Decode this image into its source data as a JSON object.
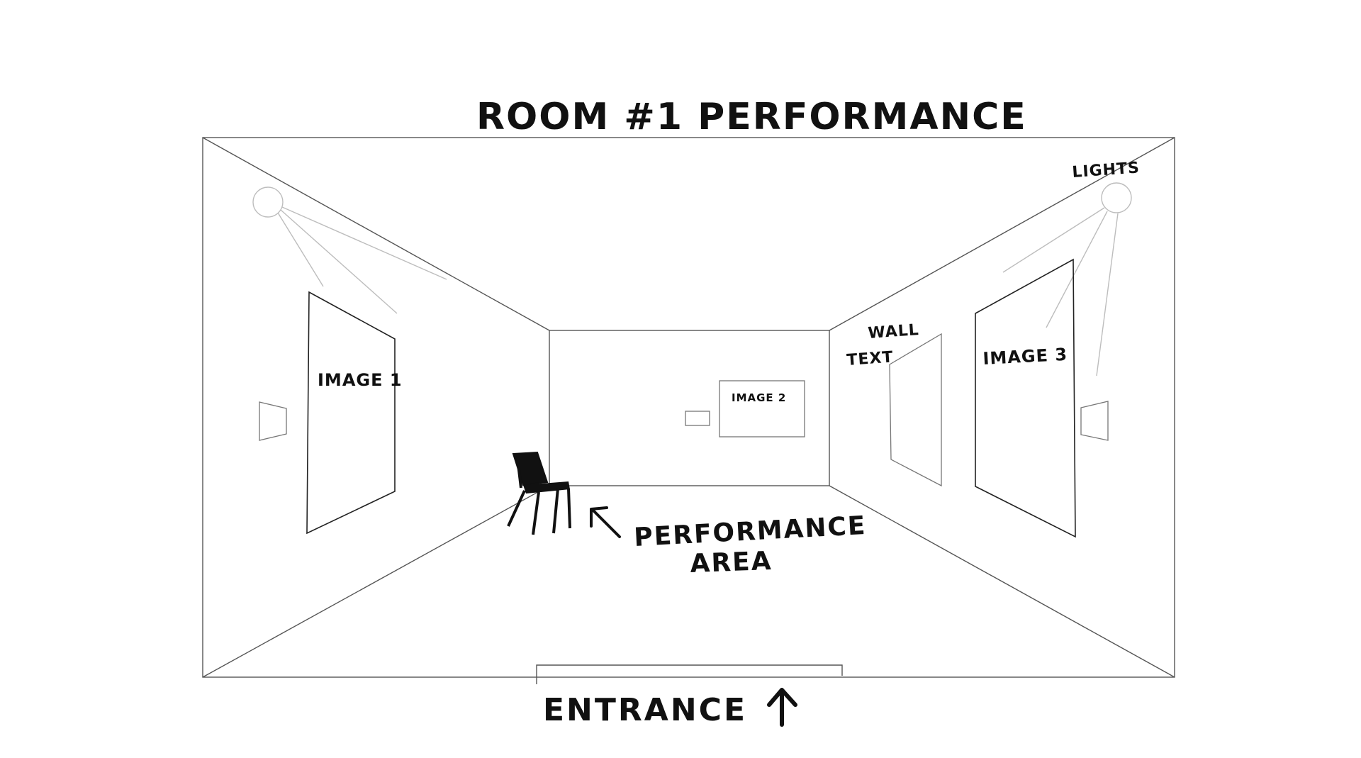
{
  "title": "ROOM #1 PERFORMANCE",
  "labels": {
    "lights": "LIGHTS",
    "wall_text_line1": "WALL",
    "wall_text_line2": "TEXT",
    "image1": "IMAGE 1",
    "image2": "IMAGE 2",
    "image3": "IMAGE 3",
    "performance_line1": "PERFORMANCE",
    "performance_line2": "AREA",
    "entrance": "ENTRANCE"
  }
}
